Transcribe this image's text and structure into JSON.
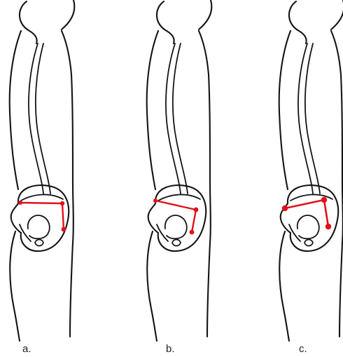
{
  "panels": [
    {
      "label": "a."
    },
    {
      "label": "b."
    },
    {
      "label": "c."
    }
  ],
  "colors": {
    "line": "#141414",
    "marker": "#e3101a",
    "background": "#ffffff"
  }
}
